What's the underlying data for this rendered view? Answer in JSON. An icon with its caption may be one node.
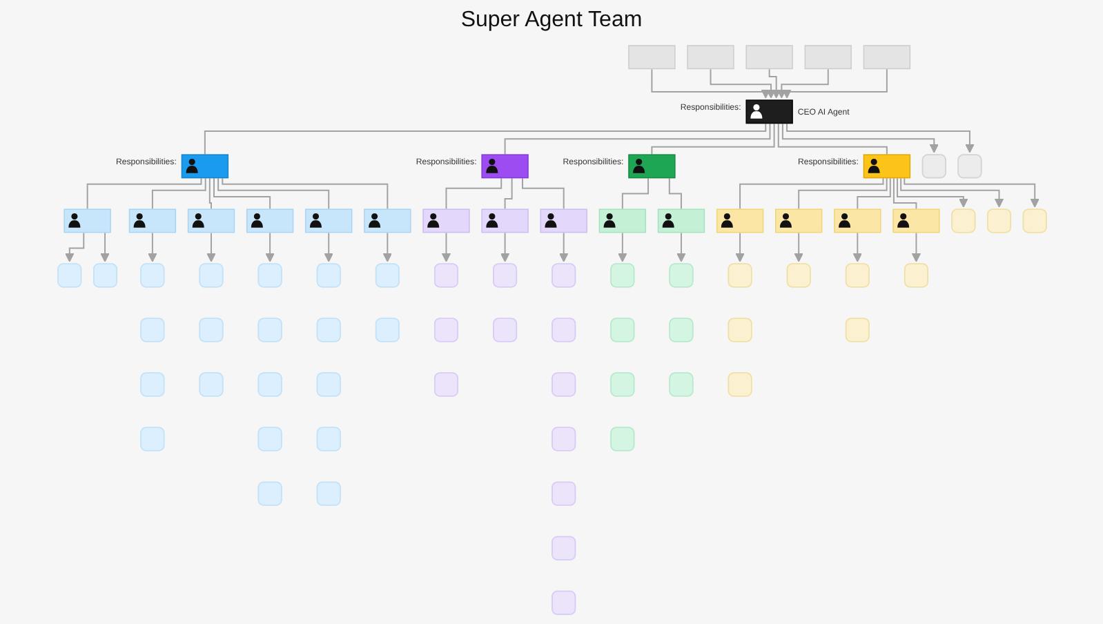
{
  "diagram": {
    "title": "Super Agent Team",
    "nodes": [
      {
        "text": [],
        "shape": "box"
      },
      {
        "text": [],
        "shape": "box"
      },
      {
        "text": [],
        "shape": "box"
      },
      {
        "text": [],
        "shape": "box"
      },
      {
        "text": [],
        "shape": "box"
      },
      {
        "text": [],
        "shape": "box",
        "beside": [
          "CEO AI Agent",
          "Responsibilities:"
        ]
      },
      {
        "text": [],
        "shape": "box"
      },
      {
        "text": [],
        "shape": "box"
      },
      {
        "text": [],
        "shape": "box",
        "beside": [
          "Responsibilities:"
        ]
      },
      {
        "text": [],
        "shape": "box",
        "beside": [
          "Responsibilities:"
        ]
      },
      {
        "text": [],
        "shape": "box",
        "beside": [
          "Responsibilities:"
        ]
      },
      {
        "text": [],
        "shape": "box",
        "beside": [
          "Responsibilities:"
        ]
      },
      {
        "text": [],
        "shape": "box"
      },
      {
        "text": [],
        "shape": "box"
      },
      {
        "text": [],
        "shape": "box"
      },
      {
        "text": [],
        "shape": "box"
      },
      {
        "text": [],
        "shape": "box"
      },
      {
        "text": [],
        "shape": "box"
      },
      {
        "text": [],
        "shape": "box"
      },
      {
        "text": [],
        "shape": "box"
      },
      {
        "text": [],
        "shape": "box"
      },
      {
        "text": [],
        "shape": "box"
      },
      {
        "text": [],
        "shape": "box"
      },
      {
        "text": [],
        "shape": "box"
      },
      {
        "text": [],
        "shape": "box"
      },
      {
        "text": [],
        "shape": "box"
      },
      {
        "text": [],
        "shape": "box"
      },
      {
        "text": [],
        "shape": "box"
      },
      {
        "text": [],
        "shape": "box"
      },
      {
        "text": [],
        "shape": "box"
      },
      {
        "text": [],
        "shape": "box"
      },
      {
        "text": [],
        "shape": "box"
      },
      {
        "text": [],
        "shape": "box"
      },
      {
        "text": [],
        "shape": "box"
      },
      {
        "text": [],
        "shape": "box"
      },
      {
        "text": [],
        "shape": "box"
      },
      {
        "text": [],
        "shape": "box"
      },
      {
        "text": [],
        "shape": "box"
      },
      {
        "text": [],
        "shape": "box"
      },
      {
        "text": [],
        "shape": "box"
      },
      {
        "text": [],
        "shape": "box"
      },
      {
        "text": [],
        "shape": "box"
      },
      {
        "text": [],
        "shape": "box"
      },
      {
        "text": [],
        "shape": "box"
      },
      {
        "text": [],
        "shape": "box"
      },
      {
        "text": [],
        "shape": "box"
      },
      {
        "text": [],
        "shape": "box"
      },
      {
        "text": [],
        "shape": "box"
      },
      {
        "text": [],
        "shape": "box"
      },
      {
        "text": [],
        "shape": "box"
      },
      {
        "text": [],
        "shape": "box"
      },
      {
        "text": [],
        "shape": "box"
      },
      {
        "text": [],
        "shape": "box"
      },
      {
        "text": [],
        "shape": "box"
      },
      {
        "text": [],
        "shape": "box"
      },
      {
        "text": [],
        "shape": "box"
      },
      {
        "text": [],
        "shape": "box"
      },
      {
        "text": [],
        "shape": "box"
      },
      {
        "text": [],
        "shape": "box"
      },
      {
        "text": [],
        "shape": "box"
      },
      {
        "text": [],
        "shape": "box"
      },
      {
        "text": [],
        "shape": "box"
      },
      {
        "text": [],
        "shape": "box"
      },
      {
        "text": [],
        "shape": "box"
      },
      {
        "text": [],
        "shape": "box"
      },
      {
        "text": [],
        "shape": "box"
      },
      {
        "text": [],
        "shape": "box"
      },
      {
        "text": [],
        "shape": "box"
      },
      {
        "text": [],
        "shape": "box"
      },
      {
        "text": [],
        "shape": "box"
      },
      {
        "text": [],
        "shape": "box"
      },
      {
        "text": [],
        "shape": "box"
      },
      {
        "text": [],
        "shape": "box"
      },
      {
        "text": [],
        "shape": "box"
      },
      {
        "text": [],
        "shape": "box"
      },
      {
        "text": [],
        "shape": "box"
      },
      {
        "text": [],
        "shape": "box"
      }
    ],
    "edges": [
      {
        "from": 0,
        "to": 5,
        "arrow": "to"
      },
      {
        "from": 1,
        "to": 5,
        "arrow": "to"
      },
      {
        "from": 2,
        "to": 5,
        "arrow": "to"
      },
      {
        "from": 3,
        "to": 5,
        "arrow": "to"
      },
      {
        "from": 4,
        "to": 5,
        "arrow": "to"
      },
      {
        "from": 5,
        "to": 8,
        "arrow": "none"
      },
      {
        "from": 5,
        "to": 9,
        "arrow": "none"
      },
      {
        "from": 5,
        "to": 10,
        "arrow": "none"
      },
      {
        "from": 5,
        "to": 11,
        "arrow": "none"
      },
      {
        "from": 5,
        "to": 6,
        "arrow": "to"
      },
      {
        "from": 5,
        "to": 7,
        "arrow": "to"
      },
      {
        "from": 8,
        "to": 15,
        "arrow": "none"
      },
      {
        "from": 8,
        "to": 18,
        "arrow": "none"
      },
      {
        "from": 8,
        "to": 23,
        "arrow": "none"
      },
      {
        "from": 8,
        "to": 27,
        "arrow": "none"
      },
      {
        "from": 8,
        "to": 33,
        "arrow": "none"
      },
      {
        "from": 8,
        "to": 39,
        "arrow": "none"
      },
      {
        "from": 9,
        "to": 42,
        "arrow": "none"
      },
      {
        "from": 9,
        "to": 46,
        "arrow": "none"
      },
      {
        "from": 9,
        "to": 49,
        "arrow": "none"
      },
      {
        "from": 10,
        "to": 57,
        "arrow": "none"
      },
      {
        "from": 10,
        "to": 62,
        "arrow": "none"
      },
      {
        "from": 11,
        "to": 66,
        "arrow": "none"
      },
      {
        "from": 11,
        "to": 70,
        "arrow": "none"
      },
      {
        "from": 11,
        "to": 72,
        "arrow": "none"
      },
      {
        "from": 11,
        "to": 75,
        "arrow": "none"
      },
      {
        "from": 11,
        "to": 12,
        "arrow": "to"
      },
      {
        "from": 11,
        "to": 13,
        "arrow": "to"
      },
      {
        "from": 11,
        "to": 14,
        "arrow": "to"
      },
      {
        "from": 15,
        "to": 16,
        "arrow": "to"
      },
      {
        "from": 15,
        "to": 17,
        "arrow": "to"
      },
      {
        "from": 18,
        "to": 19,
        "arrow": "to"
      },
      {
        "from": 23,
        "to": 24,
        "arrow": "to"
      },
      {
        "from": 27,
        "to": 28,
        "arrow": "to"
      },
      {
        "from": 33,
        "to": 34,
        "arrow": "to"
      },
      {
        "from": 39,
        "to": 40,
        "arrow": "to"
      },
      {
        "from": 42,
        "to": 43,
        "arrow": "to"
      },
      {
        "from": 46,
        "to": 47,
        "arrow": "to"
      },
      {
        "from": 49,
        "to": 50,
        "arrow": "to"
      },
      {
        "from": 57,
        "to": 58,
        "arrow": "to"
      },
      {
        "from": 62,
        "to": 63,
        "arrow": "to"
      },
      {
        "from": 66,
        "to": 67,
        "arrow": "to"
      },
      {
        "from": 70,
        "to": 71,
        "arrow": "to"
      },
      {
        "from": 72,
        "to": 73,
        "arrow": "to"
      },
      {
        "from": 75,
        "to": 76,
        "arrow": "to"
      }
    ]
  }
}
